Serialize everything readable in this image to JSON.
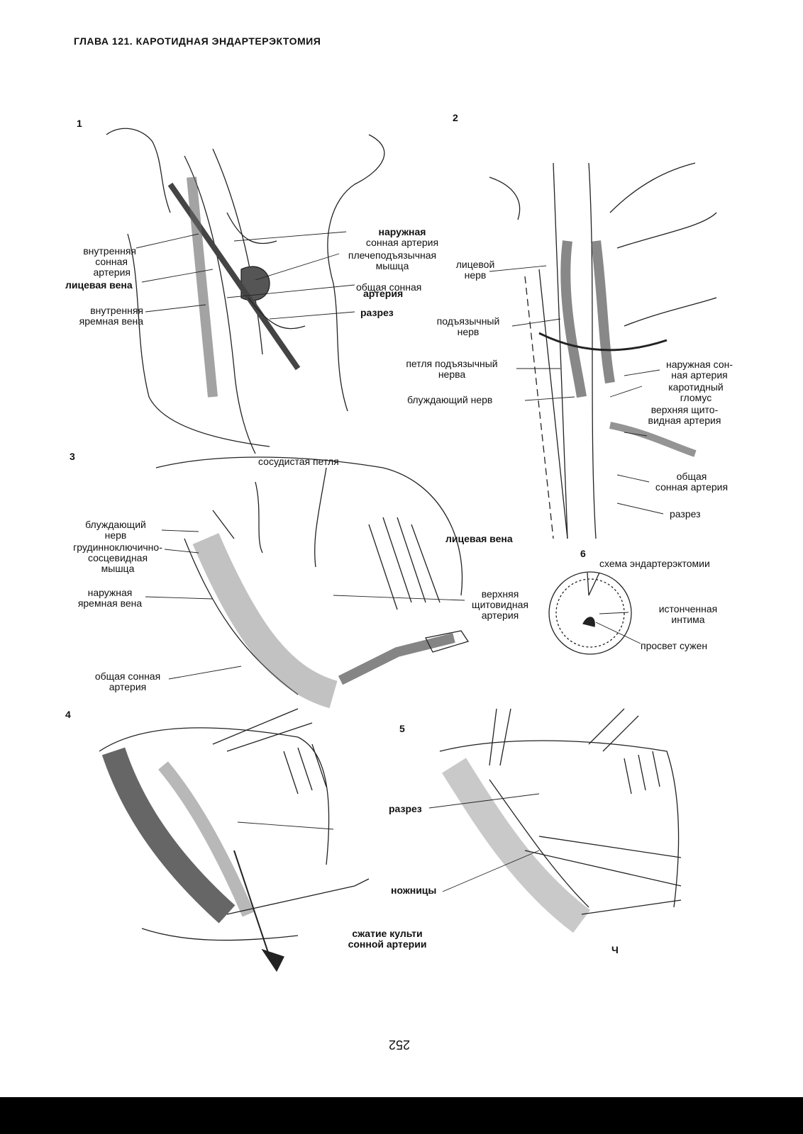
{
  "header": "ГЛАВА 121. КАРОТИДНАЯ ЭНДАРТЕРЭКТОМИЯ",
  "page_number": "252",
  "fig1": {
    "num": "1",
    "ext_carotid": [
      "наружная",
      "сонная артерия"
    ],
    "int_carotid": [
      "внутренняя",
      "сонная",
      "артерия"
    ],
    "stylohyoid": [
      "плечеподъязычная",
      "мышца"
    ],
    "facial_vein": "лицевая вена",
    "common_carotid": [
      "общая сонная",
      "артерия"
    ],
    "int_jugular": [
      "внутренняя",
      "яремная вена"
    ],
    "incision": "разрез"
  },
  "fig2": {
    "num": "2",
    "facial_nerve": [
      "лицевой",
      "нерв"
    ],
    "hypoglossal": [
      "подъязычный",
      "нерв"
    ],
    "ansa": [
      "петля подъязычный",
      "нерва"
    ],
    "vagus": "блуждающий нерв",
    "ext_carotid": [
      "наружная сон-",
      "ная артерия"
    ],
    "glomus": [
      "каротидный",
      "гломус"
    ],
    "sup_thyroid": [
      "верхняя щито-",
      "видная артерия"
    ],
    "common_carotid": [
      "общая",
      "сонная артерия"
    ],
    "incision": "разрез"
  },
  "fig3": {
    "num": "3",
    "vessel_loop": "сосудистая петля",
    "vagus": [
      "блуждающий",
      "нерв"
    ],
    "scm": [
      "грудинноключично-",
      "сосцевидная",
      "мышца"
    ],
    "ext_jugular": [
      "наружная",
      "яремная вена"
    ],
    "facial_vein": "лицевая вена",
    "sup_thyroid": [
      "верхняя",
      "щитовидная",
      "артерия"
    ],
    "common_carotid": [
      "общая сонная",
      "артерия"
    ]
  },
  "fig4": {
    "num": "4",
    "stump": [
      "сжатие культи",
      "сонной артерии"
    ]
  },
  "fig5": {
    "num": "5",
    "incision": "разрез",
    "scissors": "ножницы",
    "mark": "Ч"
  },
  "fig6": {
    "num": "6",
    "title": "схема эндартерэктомии",
    "intima": [
      "истонченная",
      "интима"
    ],
    "lumen": "просвет сужен"
  }
}
